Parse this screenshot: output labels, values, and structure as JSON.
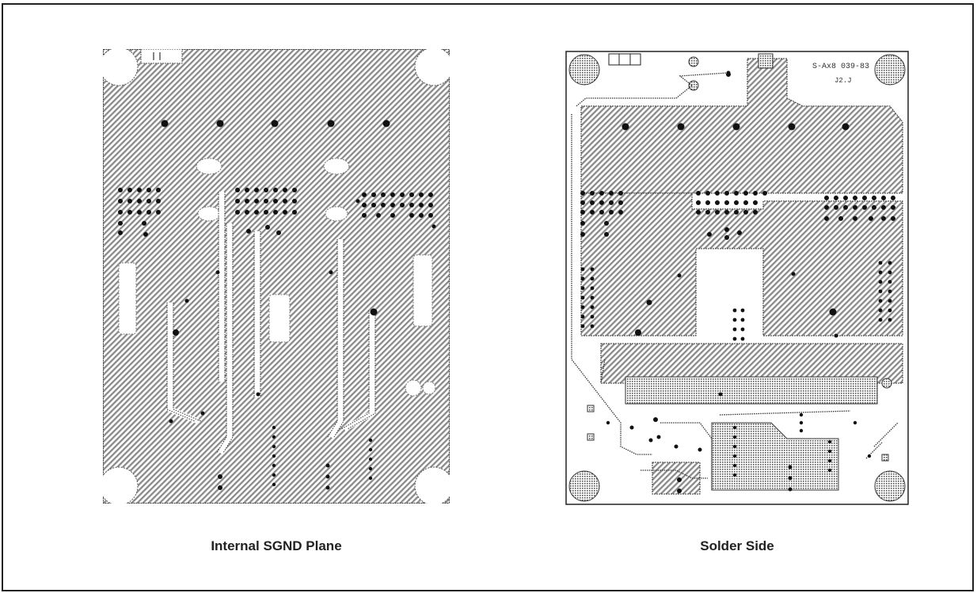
{
  "figure": {
    "colors": {
      "border": "#222222",
      "copper": "#222222",
      "background": "#ffffff"
    },
    "panels": [
      {
        "id": "internal-sgnd-plane",
        "caption": "Internal SGND Plane"
      },
      {
        "id": "solder-side",
        "caption": "Solder Side",
        "silkscreen": [
          "S-Ax8 039-83",
          "J2.J"
        ]
      }
    ]
  }
}
